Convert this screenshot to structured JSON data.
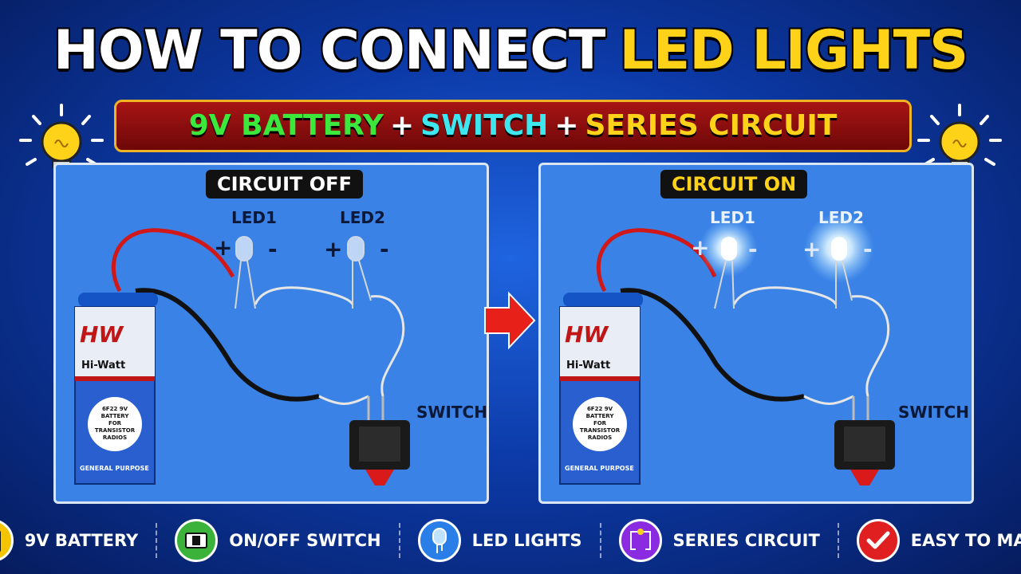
{
  "title": {
    "part1": "HOW TO CONNECT",
    "part2": "LED LIGHTS"
  },
  "subtitle": {
    "battery": "9V BATTERY",
    "plus": "+",
    "switch": "SWITCH",
    "series": "SERIES CIRCUIT"
  },
  "panels": {
    "off": {
      "label": "CIRCUIT OFF",
      "led1": "LED1",
      "led2": "LED2",
      "plus": "+",
      "minus": "-",
      "switch": "SWITCH",
      "battery": {
        "brand_logo": "HW",
        "brand": "Hi-Watt",
        "spec_line1": "6F22 9V",
        "spec_line2": "BATTERY",
        "spec_line3": "FOR",
        "spec_line4": "TRANSISTOR",
        "spec_line5": "RADIOS",
        "purpose": "GENERAL PURPOSE"
      }
    },
    "on": {
      "label": "CIRCUIT ON",
      "led1": "LED1",
      "led2": "LED2",
      "plus": "+",
      "minus": "-",
      "switch": "SWITCH",
      "battery": {
        "brand_logo": "HW",
        "brand": "Hi-Watt",
        "spec_line1": "6F22 9V",
        "spec_line2": "BATTERY",
        "spec_line3": "FOR",
        "spec_line4": "TRANSISTOR",
        "spec_line5": "RADIOS",
        "purpose": "GENERAL PURPOSE"
      }
    }
  },
  "features": [
    {
      "label": "9V BATTERY",
      "icon": "battery-icon",
      "color": "#f5c400"
    },
    {
      "label": "ON/OFF SWITCH",
      "icon": "switch-icon",
      "color": "#3bb33b"
    },
    {
      "label": "LED LIGHTS",
      "icon": "led-icon",
      "color": "#2a7ee8"
    },
    {
      "label": "SERIES CIRCUIT",
      "icon": "series-circuit-icon",
      "color": "#8a2be2"
    },
    {
      "label": "EASY TO MAKE",
      "icon": "checkmark-icon",
      "color": "#e02020"
    }
  ],
  "colors": {
    "title_accent": "#ffd21a",
    "subtitle_bg": "#a81414",
    "panel_bg": "#3a82e6",
    "arrow": "#e8201a"
  }
}
